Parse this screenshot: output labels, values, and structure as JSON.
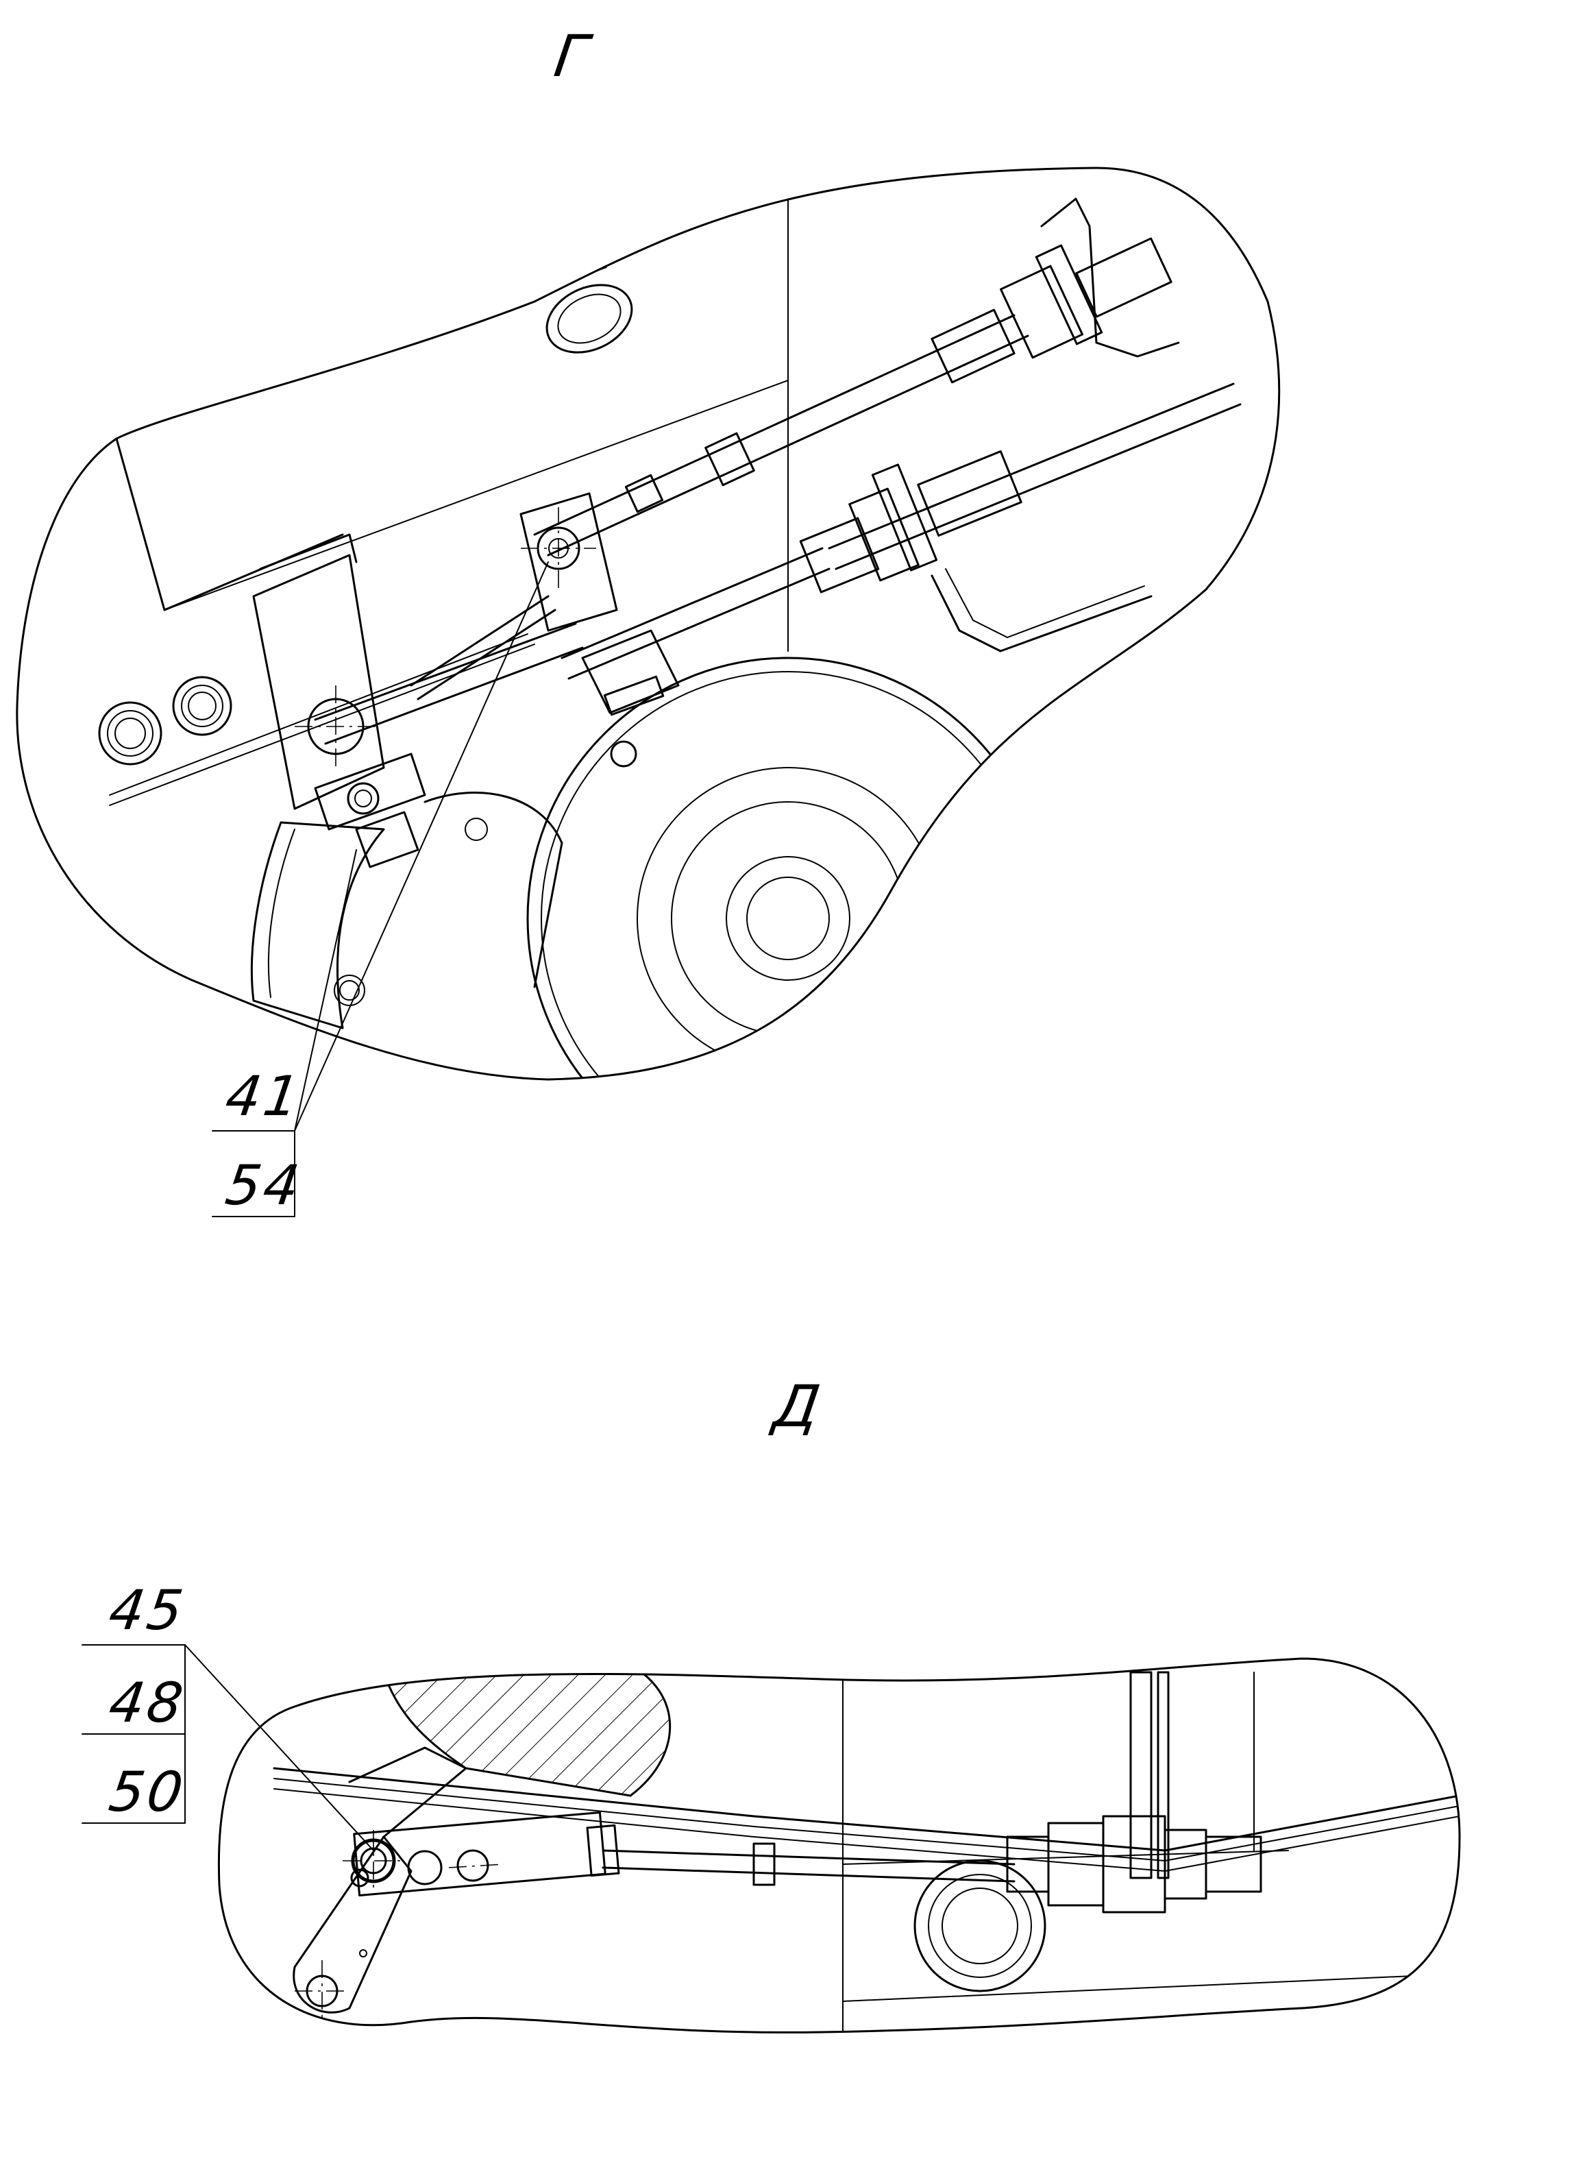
{
  "views": [
    {
      "id": "view-g",
      "label": "Г",
      "callouts": [
        "41",
        "54"
      ]
    },
    {
      "id": "view-d",
      "label": "Д",
      "callouts": [
        "45",
        "48",
        "50"
      ]
    }
  ]
}
